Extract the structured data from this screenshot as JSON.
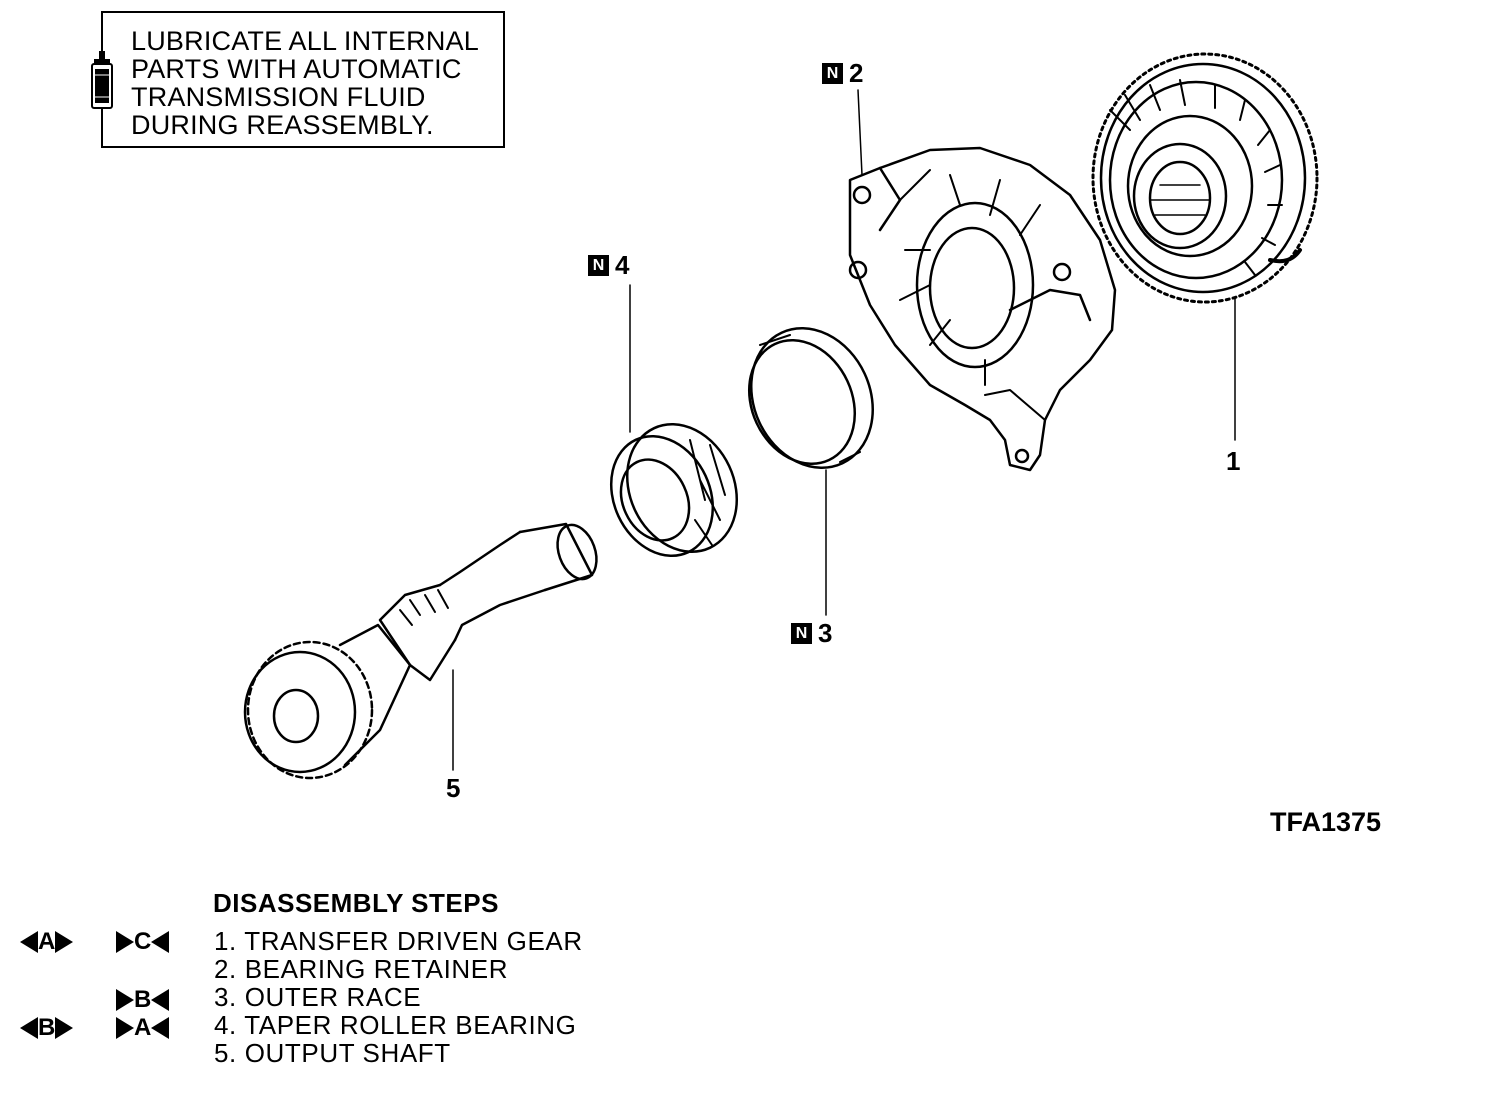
{
  "lube_note": {
    "lines": [
      "LUBRICATE ALL INTERNAL",
      "PARTS  WITH  AUTOMATIC",
      "TRANSMISSION  FLUID",
      "DURING  REASSEMBLY."
    ],
    "icon": "oil-can-icon"
  },
  "callouts": {
    "part1": {
      "number": "1"
    },
    "part2": {
      "badge": "N",
      "number": "2"
    },
    "part3": {
      "badge": "N",
      "number": "3"
    },
    "part4": {
      "badge": "N",
      "number": "4"
    },
    "part5": {
      "number": "5"
    }
  },
  "figure_id": "TFA1375",
  "disassembly": {
    "title": "DISASSEMBLY  STEPS",
    "steps": [
      {
        "text": "1.  TRANSFER  DRIVEN  GEAR",
        "mark_left": "A",
        "mark_right": "C"
      },
      {
        "text": "2.  BEARING  RETAINER",
        "mark_left": "",
        "mark_right": ""
      },
      {
        "text": "3.  OUTER  RACE",
        "mark_left": "",
        "mark_right": "B"
      },
      {
        "text": "4.  TAPER  ROLLER  BEARING",
        "mark_left": "B",
        "mark_right": "A"
      },
      {
        "text": "5.  OUTPUT  SHAFT",
        "mark_left": "",
        "mark_right": ""
      }
    ]
  }
}
